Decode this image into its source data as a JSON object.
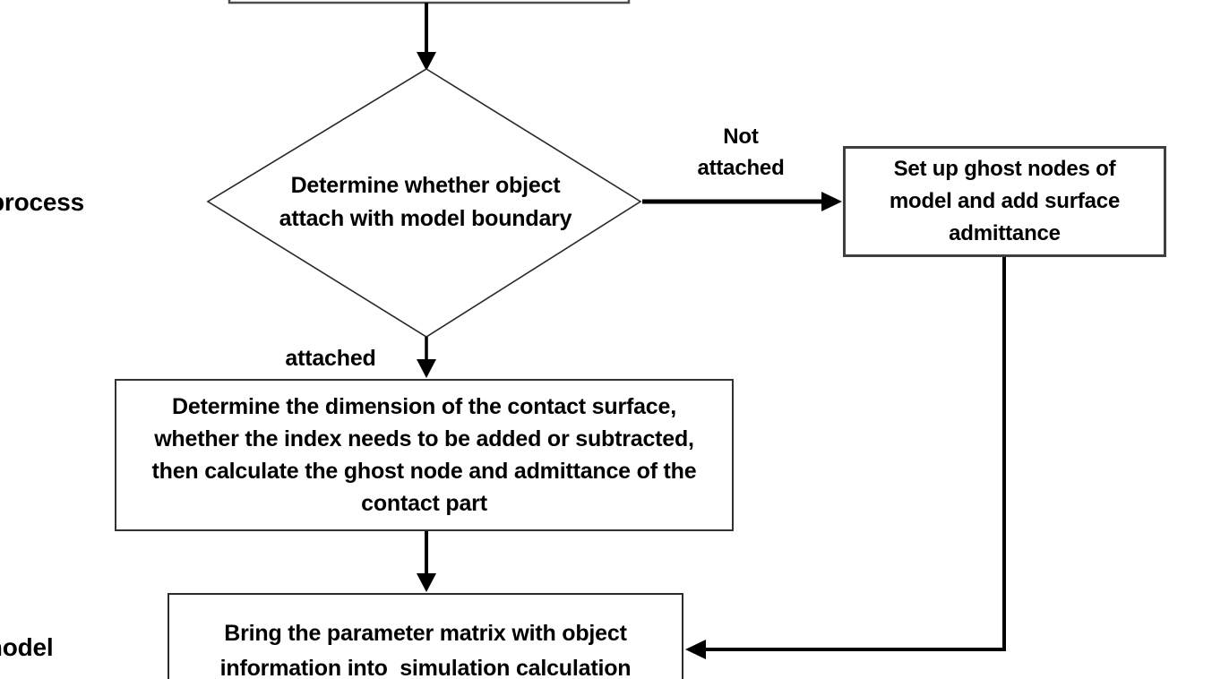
{
  "colors": {
    "background": "#ffffff",
    "text": "#000000",
    "arrow": "#000000",
    "box_border_dark": "#2b2b2b",
    "box_border_gray": "#3f3f3f",
    "top_box_border": "#4d4d4d"
  },
  "nodes": {
    "decision": "Determine whether object\nattach with model boundary",
    "ghost_nodes": "Set up ghost nodes of\nmodel and add surface\nadmittance",
    "contact_surface": "Determine the dimension of the contact surface,\nwhether the index needs to be added or subtracted,\nthen calculate the ghost node and admittance of the\ncontact part",
    "simulation": "Bring the parameter matrix with object\ninformation into  simulation calculation"
  },
  "labels": {
    "process": "process",
    "model": "model",
    "not_attached": "Not\nattached",
    "attached": "attached"
  },
  "edges": [
    {
      "from": "top-box",
      "to": "decision",
      "label": ""
    },
    {
      "from": "decision",
      "to": "ghost_nodes",
      "label": "Not attached"
    },
    {
      "from": "decision",
      "to": "contact_surface",
      "label": "attached"
    },
    {
      "from": "contact_surface",
      "to": "simulation",
      "label": ""
    },
    {
      "from": "ghost_nodes",
      "to": "simulation",
      "label": ""
    }
  ]
}
